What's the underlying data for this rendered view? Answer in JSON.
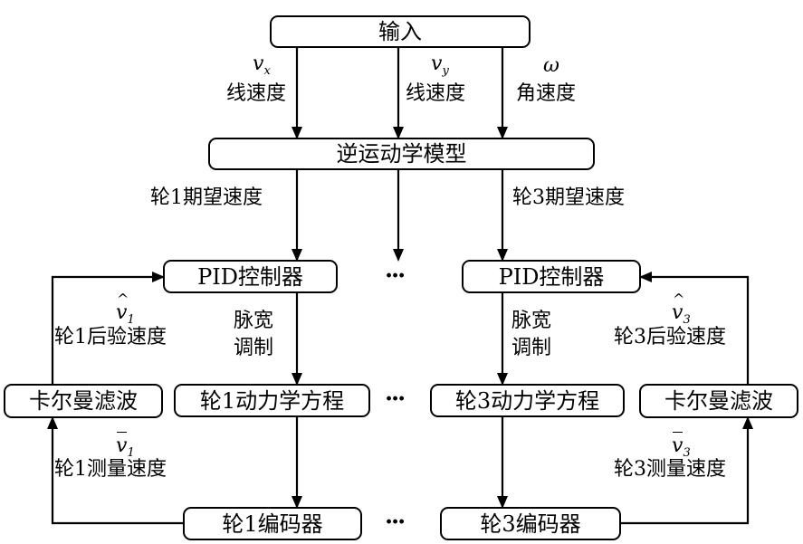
{
  "boxes": {
    "input": "输入",
    "inverse_kinematics": "逆运动学模型",
    "pid1": "PID控制器",
    "pid3": "PID控制器",
    "dyn1": "轮1动力学方程",
    "dyn3": "轮3动力学方程",
    "kf1": "卡尔曼滤波",
    "kf3": "卡尔曼滤波",
    "enc1": "轮1编码器",
    "enc3": "轮3编码器"
  },
  "inputs": {
    "vx_symbol": "v",
    "vx_sub": "x",
    "vx_label": "线速度",
    "vy_symbol": "v",
    "vy_sub": "y",
    "vy_label": "线速度",
    "omega_symbol": "ω",
    "omega_label": "角速度"
  },
  "edges": {
    "wheel1_desired": "轮1期望速度",
    "wheel3_desired": "轮3期望速度",
    "pwm1_line1": "脉宽",
    "pwm1_line2": "调制",
    "pwm3_line1": "脉宽",
    "pwm3_line2": "调制",
    "post1_symbol": "v",
    "post1_sub": "1",
    "post1_label": "轮1后验速度",
    "post3_symbol": "v",
    "post3_sub": "3",
    "post3_label": "轮3后验速度",
    "meas1_symbol": "v",
    "meas1_sub": "1",
    "meas1_label": "轮1测量速度",
    "meas3_symbol": "v",
    "meas3_sub": "3",
    "meas3_label": "轮3测量速度"
  },
  "ellipsis": "···"
}
